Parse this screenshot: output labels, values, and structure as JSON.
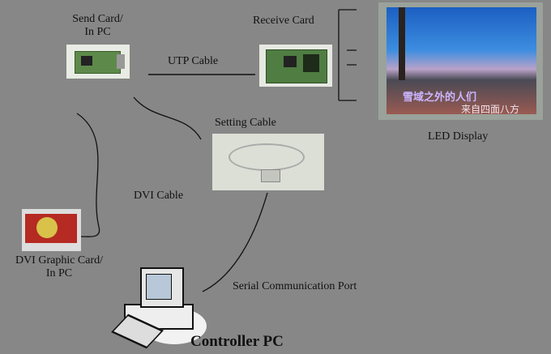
{
  "send_card": {
    "label_line1": "Send Card/",
    "label_line2": "In PC"
  },
  "receive_card": {
    "label": "Receive Card"
  },
  "utp_cable": {
    "label": "UTP Cable"
  },
  "led_display": {
    "label": "LED Display",
    "screen_text_line1": "雪域之外的人们",
    "screen_text_line2": "来自四面八方"
  },
  "setting_cable": {
    "label": "Setting  Cable"
  },
  "dvi_cable": {
    "label": "DVI  Cable"
  },
  "graphic_card": {
    "label_line1": "DVI Graphic Card/",
    "label_line2": "In PC"
  },
  "serial_port": {
    "label": "Serial Communication Port"
  },
  "controller_pc": {
    "label": "Controller PC"
  }
}
